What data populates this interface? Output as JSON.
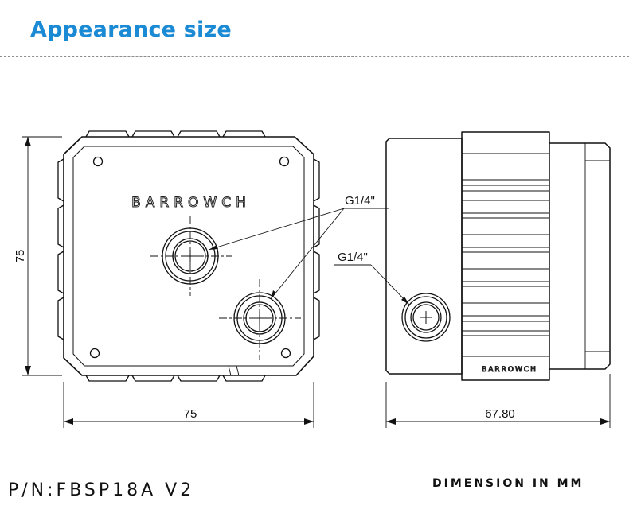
{
  "header": {
    "title": "Appearance size"
  },
  "front_view": {
    "brand": "BARROWCH",
    "height_dim": "75",
    "width_dim": "75",
    "port_label": "G1/4\""
  },
  "side_view": {
    "brand": "BARROWCH",
    "depth_dim": "67.80",
    "port_label": "G1/4\""
  },
  "footer": {
    "part_number": "P/N:FBSP18A V2",
    "units_note": "DIMENSION IN MM"
  },
  "colors": {
    "title": "#1a8ad4",
    "line": "#111111"
  }
}
